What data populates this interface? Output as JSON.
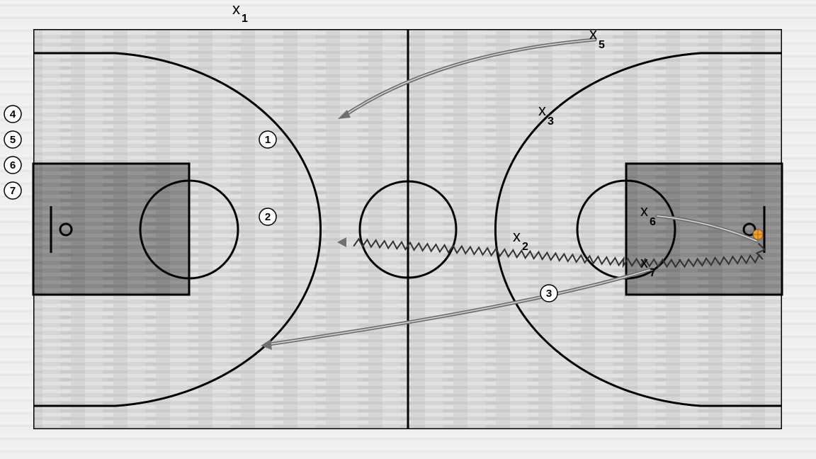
{
  "defenders": [
    {
      "id": "x1",
      "symbol": "x",
      "number": "1"
    },
    {
      "id": "x2",
      "symbol": "x",
      "number": "2"
    },
    {
      "id": "x3",
      "symbol": "x",
      "number": "3"
    },
    {
      "id": "x5",
      "symbol": "x",
      "number": "5"
    },
    {
      "id": "x6",
      "symbol": "x",
      "number": "6"
    },
    {
      "id": "x7",
      "symbol": "x",
      "number": "7"
    }
  ],
  "offense_on_court": [
    {
      "id": "p1",
      "label": "1"
    },
    {
      "id": "p2",
      "label": "2"
    },
    {
      "id": "p3",
      "label": "3"
    }
  ],
  "bench_players": [
    {
      "id": "b4",
      "label": "4"
    },
    {
      "id": "b5",
      "label": "5"
    },
    {
      "id": "b6",
      "label": "6"
    },
    {
      "id": "b7",
      "label": "7"
    }
  ],
  "colors": {
    "court_wood": "#d8d8d8",
    "paint": "#8f8f8f",
    "lines": "#000000",
    "movement_path": "#8a8a8a",
    "ball": "#f0a030"
  },
  "icons": {
    "ball": "basketball-icon",
    "hoop": "hoop-ring-icon"
  }
}
